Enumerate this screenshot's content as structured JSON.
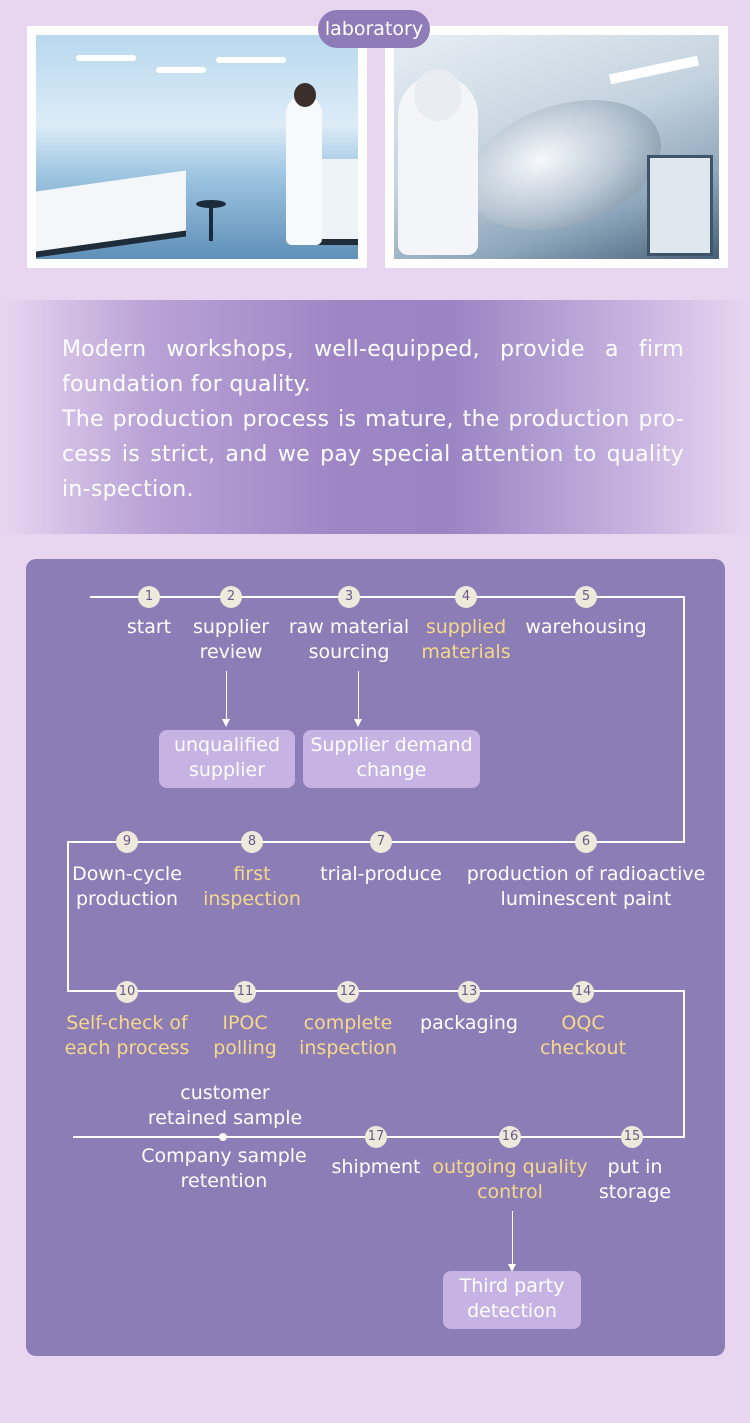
{
  "header": {
    "tag": "laboratory"
  },
  "intro": {
    "paragraph1": "Modern workshops, well-equipped, provide a firm foundation for quality.",
    "paragraph2": "The production process is mature, the production pro-cess is strict, and we pay special attention to quality in-spection."
  },
  "process": {
    "steps": [
      {
        "num": "1",
        "label": "start"
      },
      {
        "num": "2",
        "label": "supplier review"
      },
      {
        "num": "3",
        "label": "raw material sourcing"
      },
      {
        "num": "4",
        "label": "supplied materials"
      },
      {
        "num": "5",
        "label": "warehousing"
      },
      {
        "num": "6",
        "label": "production of radioactive luminescent paint"
      },
      {
        "num": "7",
        "label": "trial-produce"
      },
      {
        "num": "8",
        "label": "first inspection"
      },
      {
        "num": "9",
        "label": "Down-cycle production"
      },
      {
        "num": "10",
        "label": "Self-check of each process"
      },
      {
        "num": "11",
        "label": "IPOC polling"
      },
      {
        "num": "12",
        "label": "complete inspection"
      },
      {
        "num": "13",
        "label": "packaging"
      },
      {
        "num": "14",
        "label": "OQC checkout"
      },
      {
        "num": "15",
        "label": "put in storage"
      },
      {
        "num": "16",
        "label": "outgoing quality control"
      },
      {
        "num": "17",
        "label": "shipment"
      }
    ],
    "branches": {
      "unqualified": "unqualified supplier",
      "demand_change": "Supplier demand change",
      "third_party": "Third party detection"
    },
    "retention": {
      "customer": "customer retained sample",
      "company": "Company sample retention"
    }
  },
  "colors": {
    "background": "#e8d6f1",
    "card": "#8d7db6",
    "highlight": "#f5d98b",
    "subbox": "#c6b3e3"
  }
}
